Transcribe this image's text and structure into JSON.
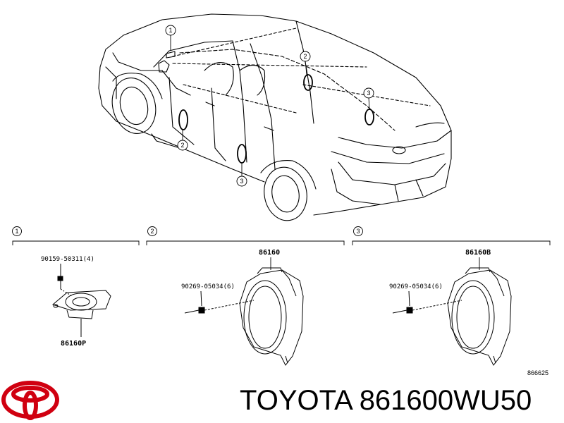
{
  "car_callouts": [
    "1",
    "2",
    "2",
    "3",
    "3"
  ],
  "sections": [
    {
      "marker": "1",
      "bolt_part": "90159-50311(4)",
      "item_part": "86160P"
    },
    {
      "marker": "2",
      "bolt_part": "90269-05034(6)",
      "item_part": "86160"
    },
    {
      "marker": "3",
      "bolt_part": "90269-05034(6)",
      "item_part": "86160B"
    }
  ],
  "diagram_ref": "866625",
  "brand": "TOYOTA",
  "part_number": "861600WU50",
  "logo_color": "#d00010"
}
